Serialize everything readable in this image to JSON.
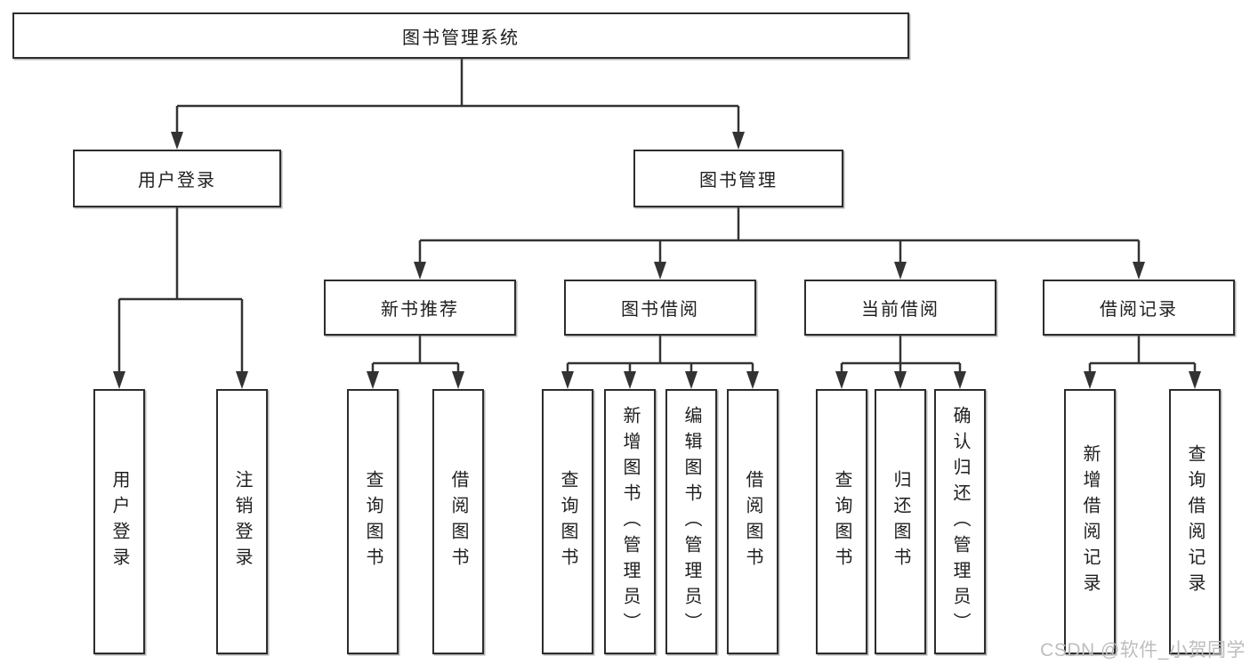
{
  "diagram": {
    "title": "图书管理系统",
    "branches": [
      {
        "label": "用户登录",
        "children": [
          {
            "label": "用户登录"
          },
          {
            "label": "注销登录"
          }
        ]
      },
      {
        "label": "图书管理",
        "children": [
          {
            "label": "新书推荐",
            "children": [
              {
                "label": "查询图书"
              },
              {
                "label": "借阅图书"
              }
            ]
          },
          {
            "label": "图书借阅",
            "children": [
              {
                "label": "查询图书"
              },
              {
                "label": "新增图书（管理员）"
              },
              {
                "label": "编辑图书（管理员）"
              },
              {
                "label": "借阅图书"
              }
            ]
          },
          {
            "label": "当前借阅",
            "children": [
              {
                "label": "查询图书"
              },
              {
                "label": "归还图书"
              },
              {
                "label": "确认归还（管理员）"
              }
            ]
          },
          {
            "label": "借阅记录",
            "children": [
              {
                "label": "新增借阅记录"
              },
              {
                "label": "查询借阅记录"
              }
            ]
          }
        ]
      }
    ]
  },
  "watermark": {
    "text": "CSDN @软件_小贺同学"
  },
  "colors": {
    "line": "#333333",
    "box_border": "#2d2d2d",
    "text": "#1f1f1f",
    "watermark": "#bdbdbd",
    "background": "#ffffff"
  }
}
